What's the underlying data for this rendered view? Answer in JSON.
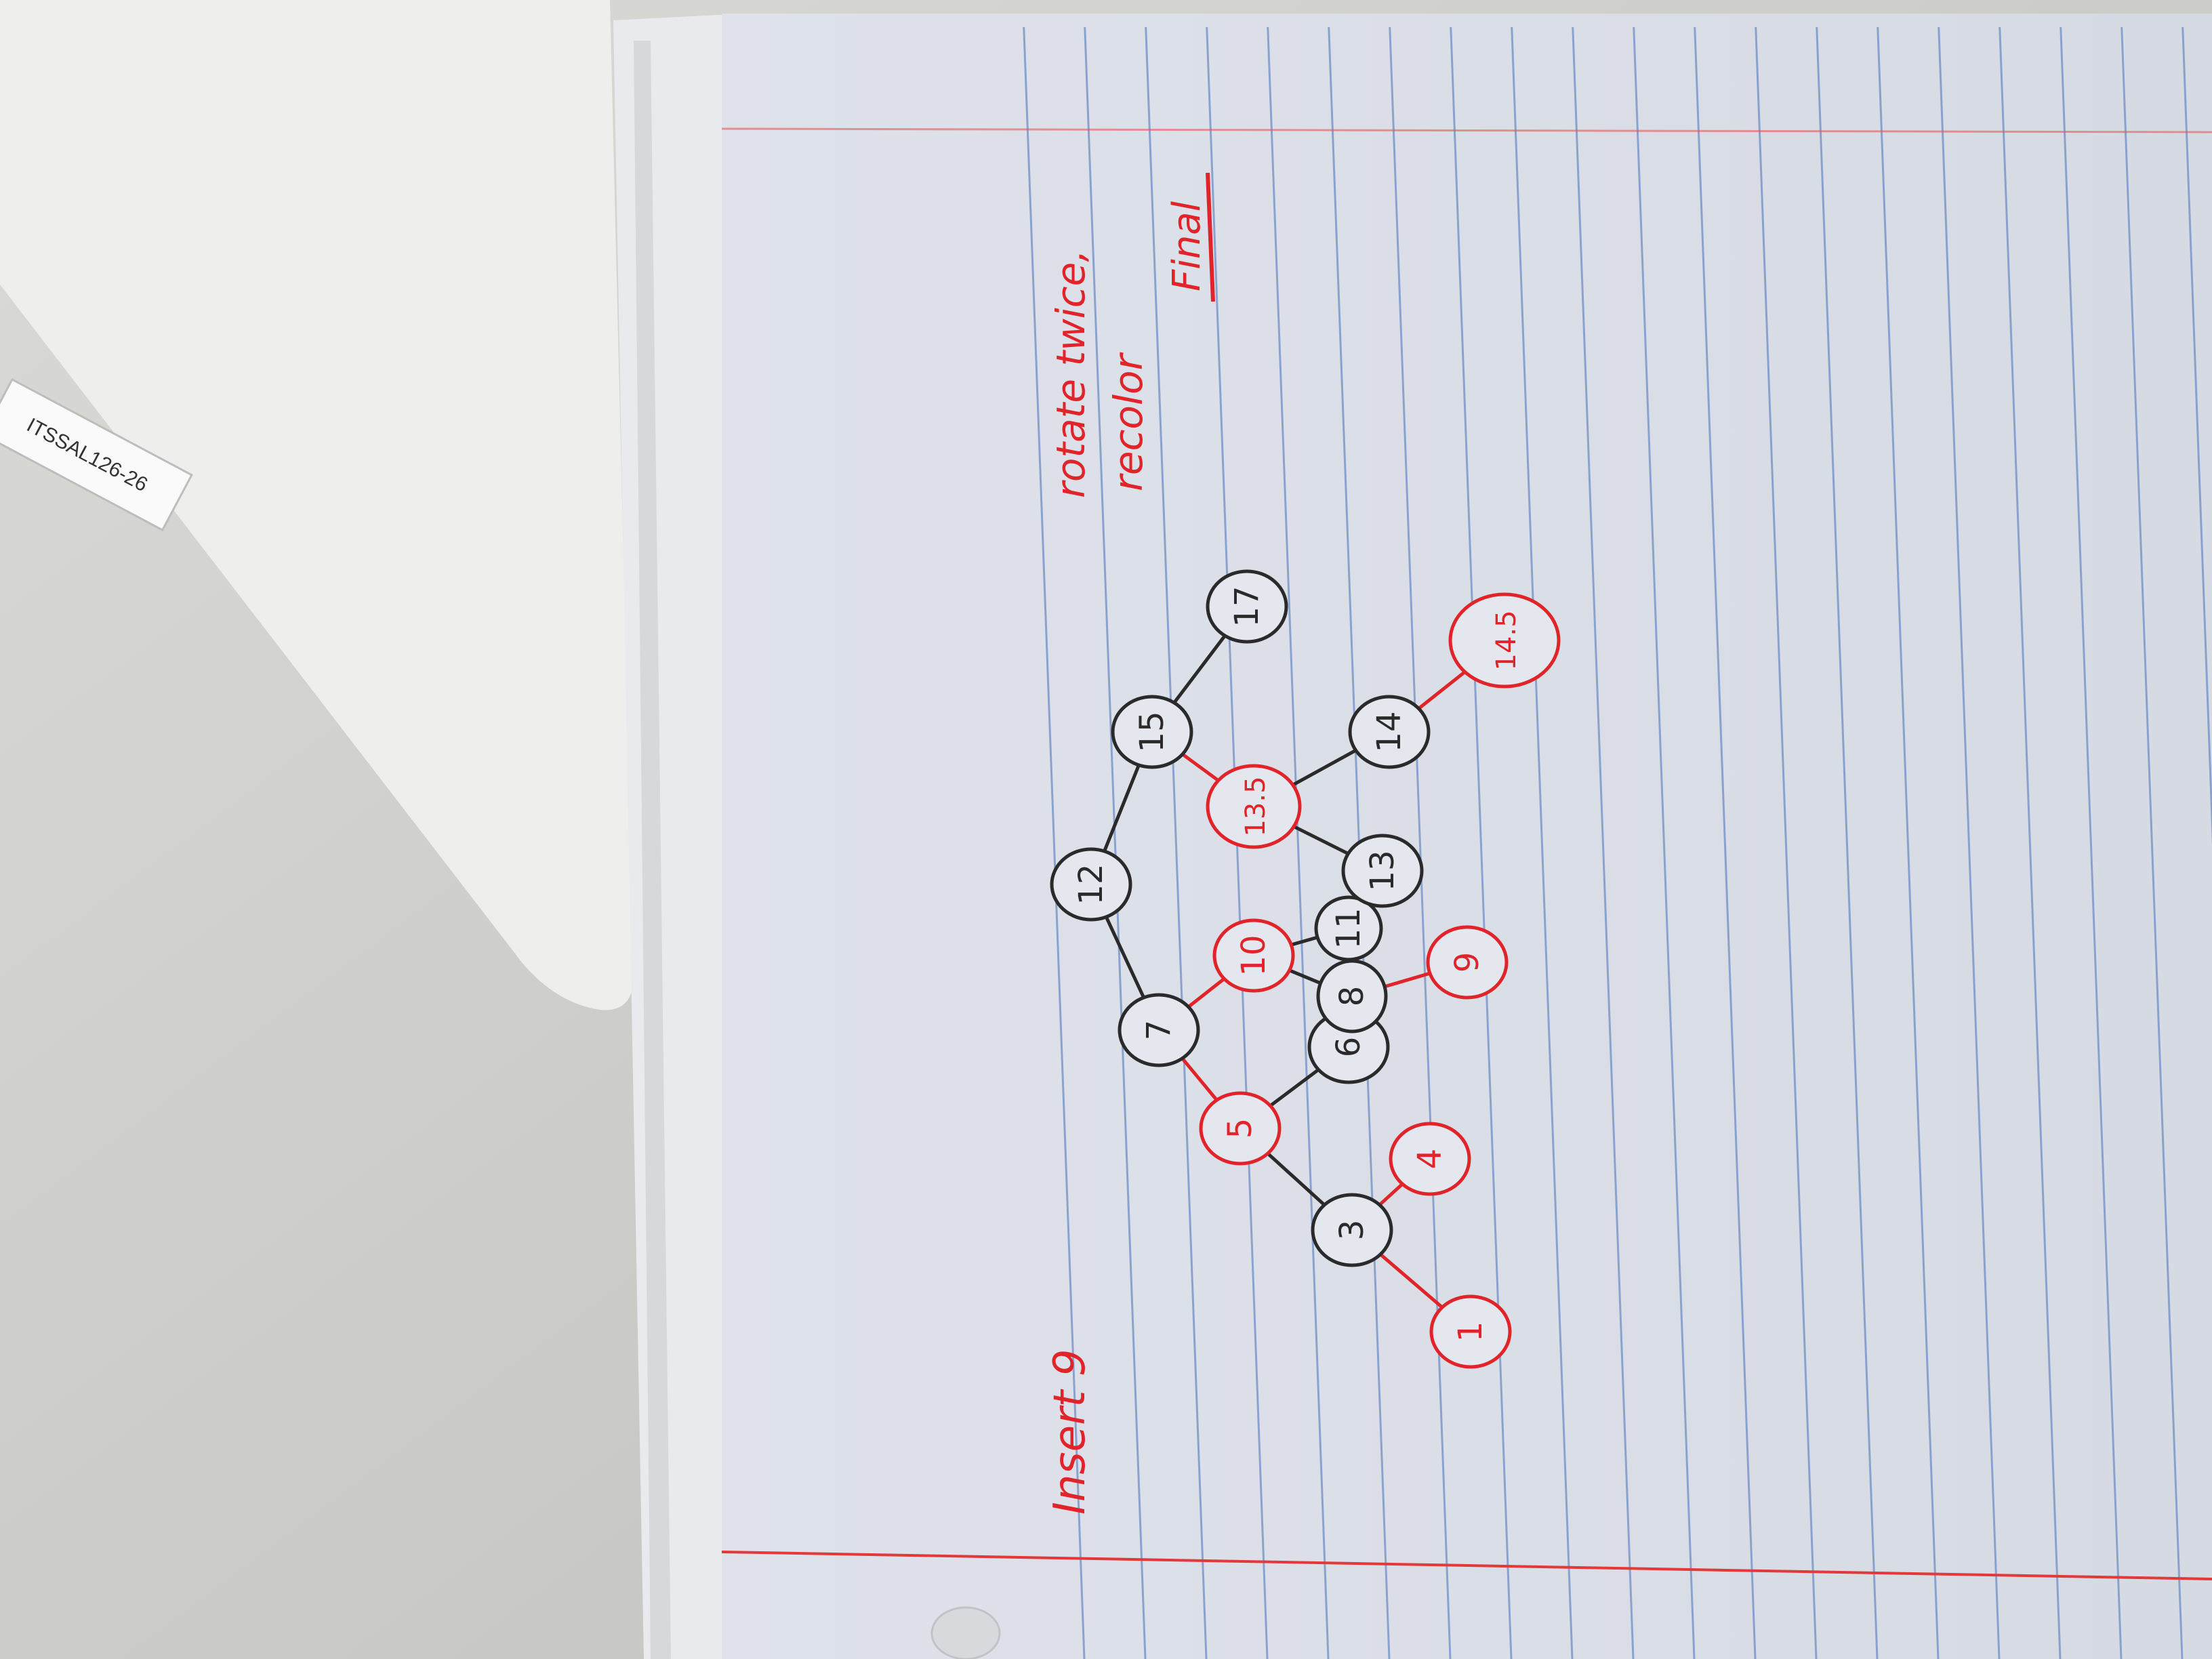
{
  "sticker": {
    "text": "ITSSAL126-26"
  },
  "notes": {
    "title": "Insert 9",
    "step1_line1": "rotate twice,",
    "step1_line2": "recolor",
    "final": "Final"
  },
  "tree": {
    "nodes": [
      {
        "id": "n12",
        "label": "12",
        "color": "black"
      },
      {
        "id": "n7",
        "label": "7",
        "color": "black"
      },
      {
        "id": "n15",
        "label": "15",
        "color": "black"
      },
      {
        "id": "n5",
        "label": "5",
        "color": "red"
      },
      {
        "id": "n10",
        "label": "10",
        "color": "red"
      },
      {
        "id": "n3",
        "label": "3",
        "color": "black"
      },
      {
        "id": "n6",
        "label": "6",
        "color": "black"
      },
      {
        "id": "n8",
        "label": "8",
        "color": "black"
      },
      {
        "id": "n11",
        "label": "11",
        "color": "black"
      },
      {
        "id": "n1",
        "label": "1",
        "color": "red"
      },
      {
        "id": "n4",
        "label": "4",
        "color": "red"
      },
      {
        "id": "n9",
        "label": "9",
        "color": "red"
      },
      {
        "id": "n13_5",
        "label": "13.5",
        "color": "red"
      },
      {
        "id": "n13",
        "label": "13",
        "color": "black"
      },
      {
        "id": "n14",
        "label": "14",
        "color": "black"
      },
      {
        "id": "n14_5",
        "label": "14.5",
        "color": "red"
      },
      {
        "id": "n17",
        "label": "17",
        "color": "black"
      }
    ],
    "edges": [
      {
        "from": "n12",
        "to": "n7",
        "color": "black"
      },
      {
        "from": "n12",
        "to": "n15",
        "color": "black"
      },
      {
        "from": "n7",
        "to": "n5",
        "color": "red"
      },
      {
        "from": "n7",
        "to": "n10",
        "color": "red"
      },
      {
        "from": "n5",
        "to": "n3",
        "color": "black"
      },
      {
        "from": "n5",
        "to": "n6",
        "color": "black"
      },
      {
        "from": "n3",
        "to": "n1",
        "color": "red"
      },
      {
        "from": "n3",
        "to": "n4",
        "color": "red"
      },
      {
        "from": "n10",
        "to": "n8",
        "color": "black"
      },
      {
        "from": "n10",
        "to": "n11",
        "color": "black"
      },
      {
        "from": "n8",
        "to": "n9",
        "color": "red"
      },
      {
        "from": "n15",
        "to": "n13_5",
        "color": "red"
      },
      {
        "from": "n15",
        "to": "n17",
        "color": "black"
      },
      {
        "from": "n13_5",
        "to": "n13",
        "color": "black"
      },
      {
        "from": "n13_5",
        "to": "n14",
        "color": "black"
      },
      {
        "from": "n14",
        "to": "n14_5",
        "color": "red"
      }
    ]
  },
  "colors": {
    "ink_black": "#2a2a2a",
    "ink_red": "#e0242a",
    "paper": "#e4e7ee",
    "rule_blue": "#6f8fc6",
    "margin_red": "#e23a3a",
    "desk": "#cfcfcc"
  }
}
